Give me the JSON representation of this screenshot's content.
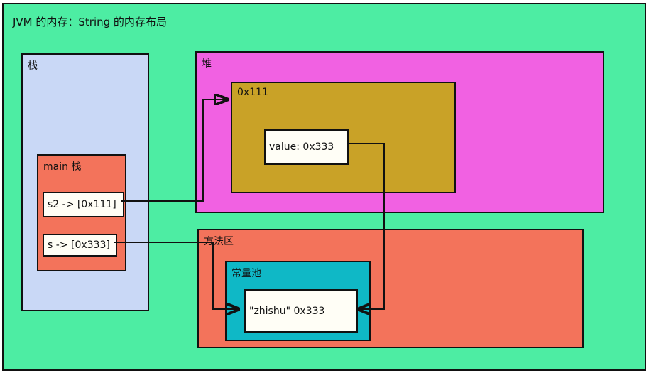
{
  "title": "JVM 的内存：String 的内存布局",
  "regions": {
    "stack": {
      "label": "栈",
      "main_stack": {
        "label": "main 栈",
        "cells": [
          {
            "text": "s2 -> [0x111]"
          },
          {
            "text": "s -> [0x333]"
          }
        ]
      }
    },
    "heap": {
      "label": "堆",
      "object_0x111": {
        "label": "0x111",
        "value_cell": {
          "text": "value: 0x333"
        }
      }
    },
    "method_area": {
      "label": "方法区",
      "constant_pool": {
        "label": "常量池",
        "zhishu_cell": {
          "text": "\"zhishu\" 0x333"
        }
      }
    }
  },
  "arrows": [
    {
      "from": "s2 -> [0x111]",
      "to": "0x111"
    },
    {
      "from": "s -> [0x333]",
      "to": "\"zhishu\" 0x333"
    },
    {
      "from": "value: 0x333",
      "to": "\"zhishu\" 0x333"
    }
  ],
  "colors": {
    "background": "#4DEDA3",
    "stack": "#C9D8F6",
    "main_stack": "#F3735B",
    "heap": "#F161E2",
    "object_0x111": "#C9A227",
    "value_cell": "#4BA3E3",
    "method_area": "#F3735B",
    "constant_pool": "#0FB8C6",
    "zhishu_cell": "#BCE2F7",
    "border": "#111111"
  }
}
